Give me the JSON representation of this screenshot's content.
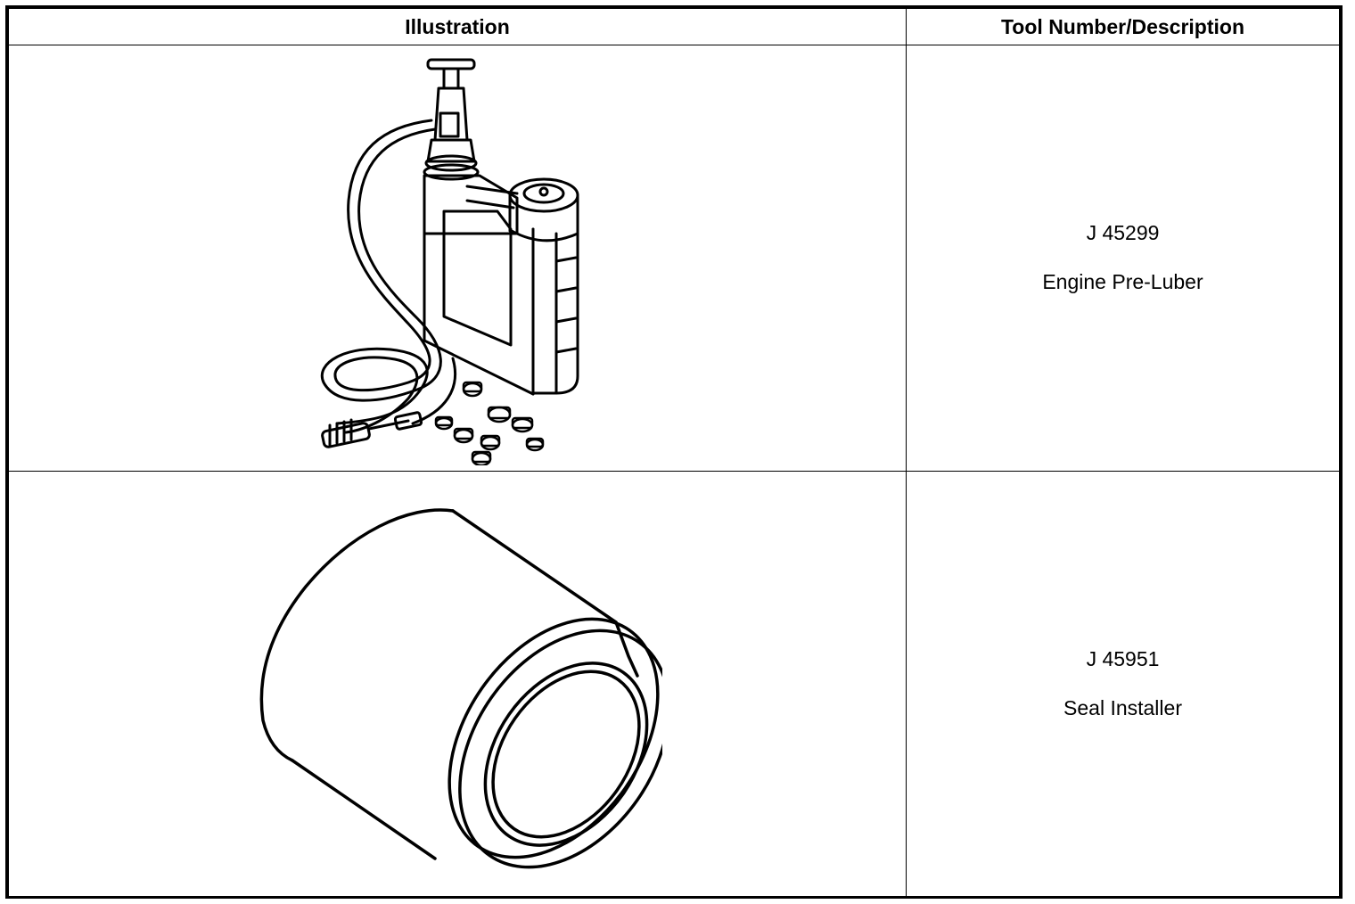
{
  "table": {
    "headers": {
      "illustration": "Illustration",
      "tool": "Tool Number/Description"
    },
    "rows": [
      {
        "tool_number": "J 45299",
        "description": "Engine Pre-Luber",
        "illustration_icon": "engine-pre-luber-icon"
      },
      {
        "tool_number": "J 45951",
        "description": "Seal Installer",
        "illustration_icon": "seal-installer-icon"
      }
    ]
  }
}
